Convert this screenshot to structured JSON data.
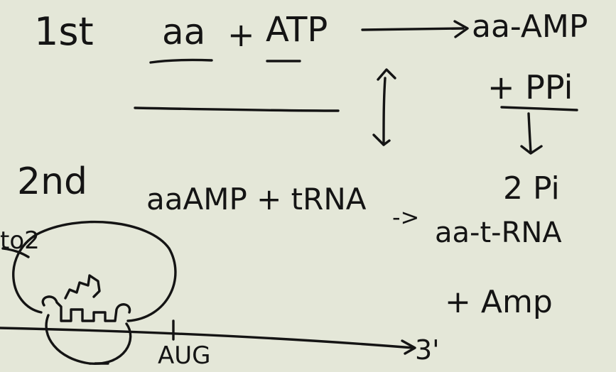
{
  "board": {
    "step1": {
      "label": "1st",
      "reactant_a": "aa",
      "plus": "+",
      "reactant_b": "ATP",
      "product": "aa-AMP",
      "byproduct": "+ PPi",
      "hydrolysis_product": "2 Pi"
    },
    "step2": {
      "label": "2nd",
      "reactants": "aaAMP + tRNA",
      "arrow": "->",
      "product": "aa-t-RNA",
      "byproduct": "+ Amp"
    },
    "ribosome": {
      "side_label": "to2",
      "codon": "AUG",
      "three_prime": "3'"
    }
  }
}
